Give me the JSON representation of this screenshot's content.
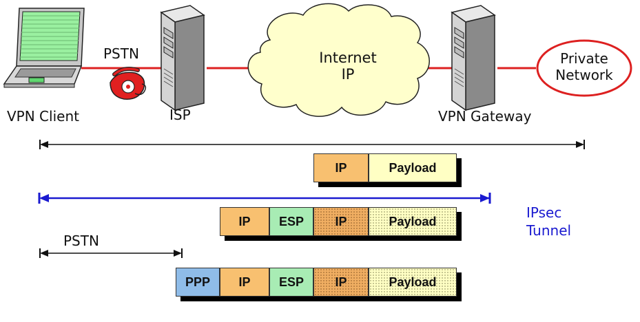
{
  "labels": {
    "pstn_top": "PSTN",
    "vpn_client": "VPN Client",
    "isp": "ISP",
    "internet_line1": "Internet",
    "internet_line2": "IP",
    "vpn_gateway": "VPN Gateway",
    "private_line1": "Private",
    "private_line2": "Network",
    "ipsec_line1": "IPsec",
    "ipsec_line2": "Tunnel",
    "pstn_bottom": "PSTN"
  },
  "packets": {
    "row1": [
      "IP",
      "Payload"
    ],
    "row2": [
      "IP",
      "ESP",
      "IP",
      "Payload"
    ],
    "row3": [
      "PPP",
      "IP",
      "ESP",
      "IP",
      "Payload"
    ]
  },
  "colors": {
    "link_red": "#dd2020",
    "tunnel_blue": "#1a1ad0",
    "ppp": "#8fbce8",
    "ip": "#f8c070",
    "esp": "#a8ecb4",
    "payload": "#ffffc4"
  },
  "icons": [
    "laptop-icon",
    "telephone-icon",
    "server-icon",
    "cloud-icon"
  ]
}
